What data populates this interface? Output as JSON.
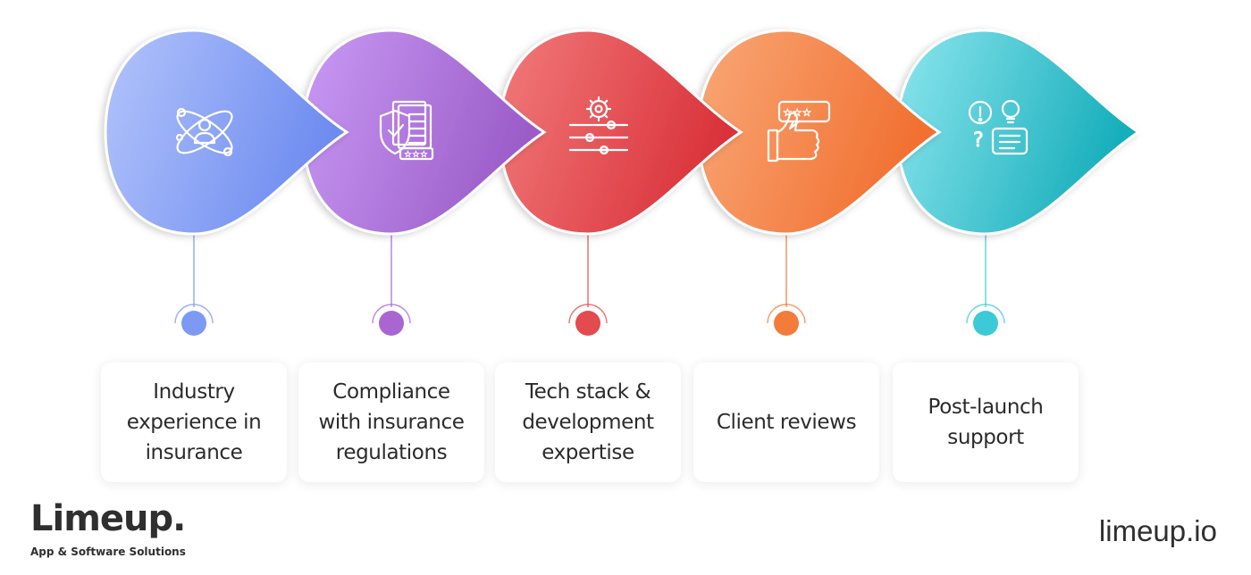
{
  "steps": [
    {
      "label": "Industry experience in insurance",
      "icon": "atom-user-icon",
      "color_light": "#b3c4fb",
      "color_dark": "#6e8cf0",
      "dot": "#7d9af2"
    },
    {
      "label": "Compliance with insurance regulations",
      "icon": "shield-document-icon",
      "color_light": "#c99af5",
      "color_dark": "#9b5cc8",
      "dot": "#a966d3"
    },
    {
      "label": "Tech stack & development expertise",
      "icon": "gear-sliders-icon",
      "color_light": "#f27b7b",
      "color_dark": "#d9323a",
      "dot": "#e24c4f"
    },
    {
      "label": "Client reviews",
      "icon": "thumbs-up-rating-icon",
      "color_light": "#f9a877",
      "color_dark": "#f16f30",
      "dot": "#f37c3b"
    },
    {
      "label": "Post-launch support",
      "icon": "question-chat-icon",
      "color_light": "#8de6ee",
      "color_dark": "#16aebb",
      "dot": "#3ccbd6"
    }
  ],
  "brand": {
    "name": "Limeup.",
    "tagline": "App & Software Solutions",
    "url": "limeup.io"
  }
}
